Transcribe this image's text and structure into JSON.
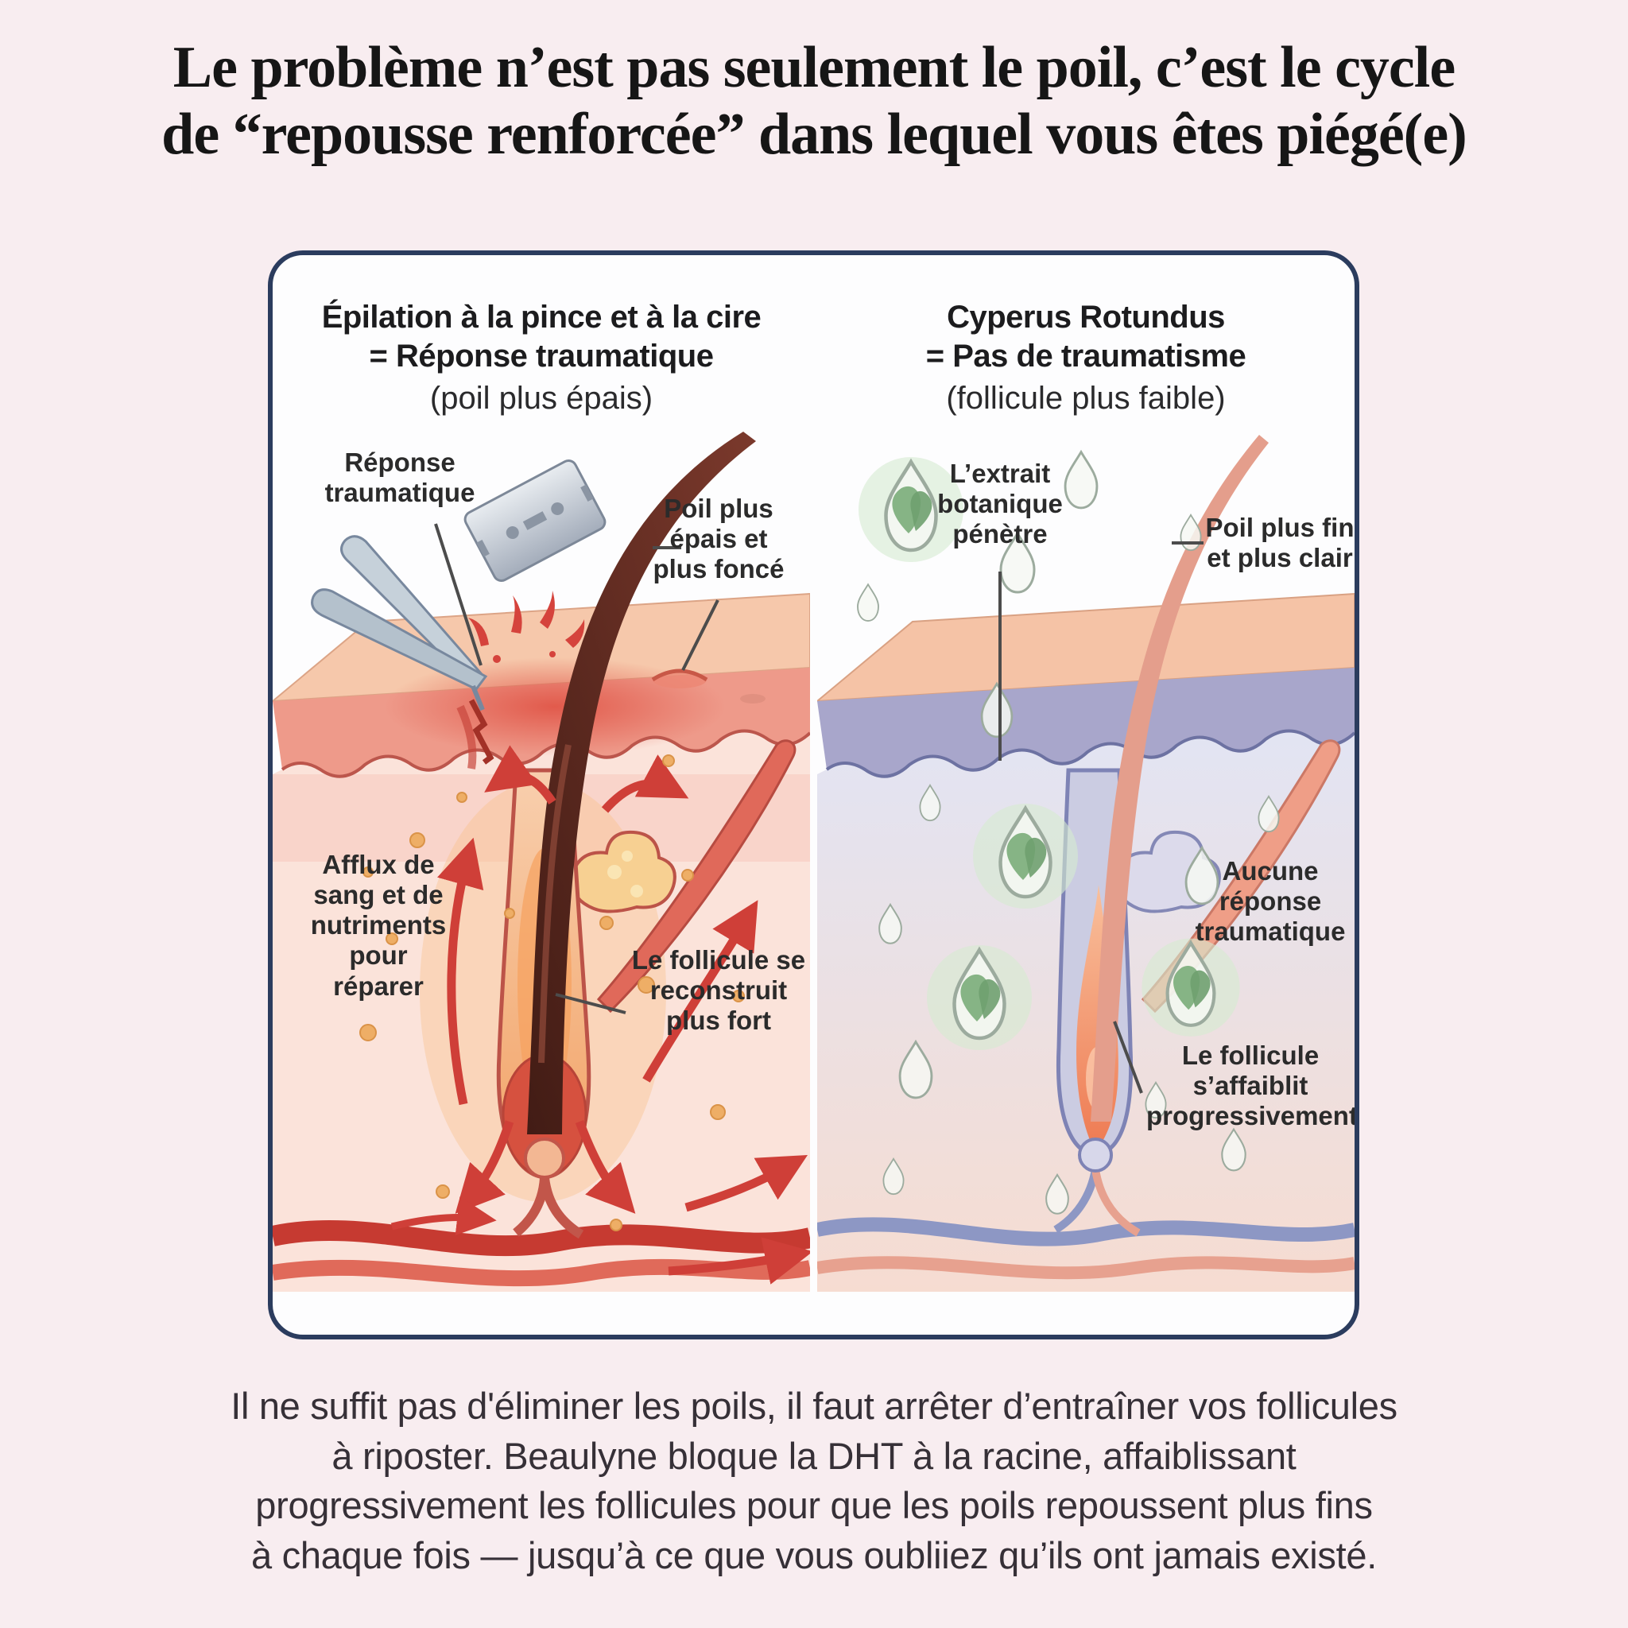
{
  "title": {
    "text": "Le problème n’est pas seulement le poil, c’est le cycle\nde “repousse renforcée” dans lequel vous êtes piégé(e)"
  },
  "card": {
    "left_panel": {
      "heading": "Épilation à la pince et à la cire\n= Réponse traumatique",
      "subheading": "(poil plus épais)",
      "labels": {
        "traumatic_response": "Réponse\ntraumatique",
        "thicker_hair": "Poil plus\népais et\nplus foncé",
        "blood_flow": "Afflux de\nsang et de\nnutriments\npour\nréparer",
        "follicle_rebuilds": "Le follicule se\nreconstruit\nplus fort"
      },
      "icons": [
        "tweezers-icon",
        "razor-blade-icon"
      ]
    },
    "right_panel": {
      "heading": "Cyperus Rotundus\n= Pas de traumatisme",
      "subheading": "(follicule plus faible)",
      "labels": {
        "botanical_extract": "L’extrait\nbotanique\npénètre",
        "finer_hair": "Poil plus fin\net plus clair",
        "no_traumatic_response": "Aucune\nréponse\ntraumatique",
        "follicle_weakens": "Le follicule\ns’affaiblit\nprogressivement"
      },
      "icons": [
        "botanical-droplet-icon",
        "leaf-icon"
      ]
    }
  },
  "footer": {
    "text": "Il ne suffit pas d'éliminer les poils, il faut arrêter d’entraîner vos follicules\nà riposter. Beaulyne bloque la DHT à la racine, affaiblissant\nprogressivement les follicules pour que les poils repoussent plus fins\nà chaque fois — jusqu’à ce que vous oubliiez qu’ils ont jamais existé."
  },
  "colors": {
    "page-bg": "#f8edf0",
    "title-color": "#161616",
    "card-border": "#2b3c5e",
    "card-bg": "#fdfdfe",
    "heading-color": "#1c1c1e",
    "label-color": "#2b2b2b",
    "footer-color": "#363037",
    "arrow-red": "#cf3f38",
    "trauma-red": "#e2574a",
    "calm-purple": "#a8a6cb",
    "leaf-green": "#82b183"
  }
}
